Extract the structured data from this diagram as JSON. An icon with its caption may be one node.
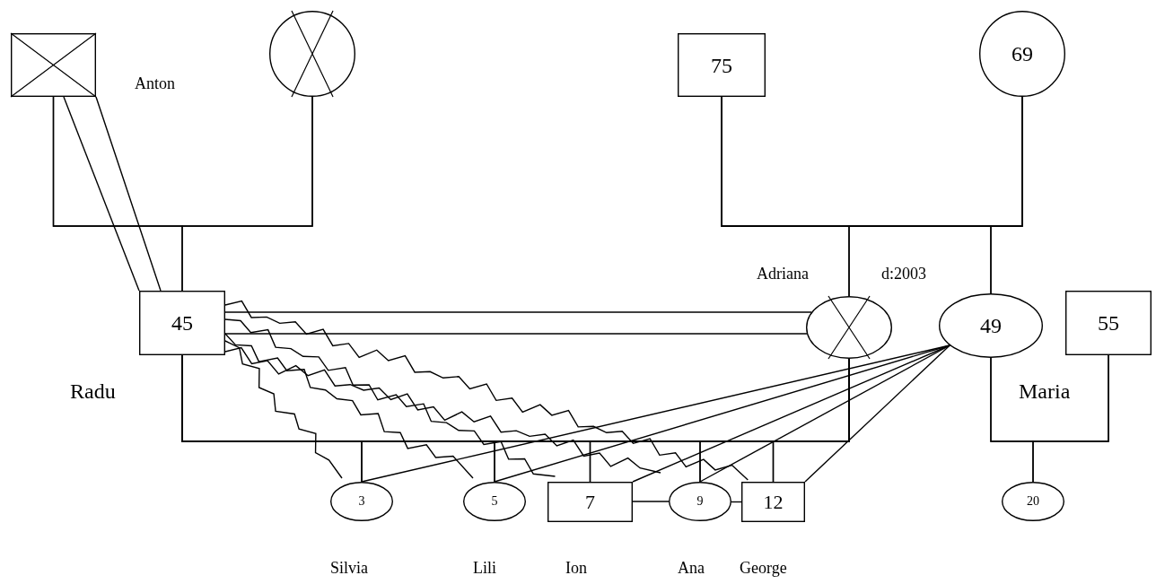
{
  "diagram": {
    "nodes": [
      {
        "text": [],
        "shape": "box"
      },
      {
        "text": [],
        "shape": "circle"
      },
      {
        "text": [
          "75"
        ]
      },
      {
        "text": [
          "69"
        ]
      },
      {
        "text": [
          "45"
        ]
      },
      {
        "text": [],
        "shape": "circle"
      },
      {
        "text": [
          "49"
        ]
      },
      {
        "text": [
          "55"
        ]
      },
      {
        "text": [
          "3"
        ]
      },
      {
        "text": [
          "5"
        ]
      },
      {
        "text": [
          "7"
        ]
      },
      {
        "text": [
          "9"
        ]
      },
      {
        "text": [
          "12"
        ]
      },
      {
        "text": [
          "20"
        ]
      }
    ],
    "edges": [
      {
        "from": 0,
        "to": 1,
        "arrow": "none"
      },
      {
        "from": 0,
        "to": 4,
        "arrow": "none"
      },
      {
        "from": 1,
        "to": 4,
        "arrow": "none"
      },
      {
        "from": 0,
        "to": 4,
        "arrow": "none"
      },
      {
        "from": 0,
        "to": 4,
        "arrow": "none"
      },
      {
        "from": 2,
        "to": 3,
        "arrow": "none"
      },
      {
        "from": 2,
        "to": 5,
        "arrow": "none"
      },
      {
        "from": 3,
        "to": 5,
        "arrow": "none"
      },
      {
        "from": 2,
        "to": 6,
        "arrow": "none"
      },
      {
        "from": 3,
        "to": 6,
        "arrow": "none"
      },
      {
        "from": 4,
        "to": 5,
        "arrow": "none"
      },
      {
        "from": 4,
        "to": 5,
        "arrow": "none"
      },
      {
        "from": 4,
        "to": 5,
        "arrow": "none"
      },
      {
        "from": 4,
        "to": 8,
        "arrow": "none"
      },
      {
        "from": 4,
        "to": 9,
        "arrow": "none"
      },
      {
        "from": 4,
        "to": 10,
        "arrow": "none"
      },
      {
        "from": 4,
        "to": 11,
        "arrow": "none"
      },
      {
        "from": 4,
        "to": 12,
        "arrow": "none"
      },
      {
        "from": 5,
        "to": 8,
        "arrow": "none"
      },
      {
        "from": 5,
        "to": 9,
        "arrow": "none"
      },
      {
        "from": 5,
        "to": 10,
        "arrow": "none"
      },
      {
        "from": 5,
        "to": 11,
        "arrow": "none"
      },
      {
        "from": 5,
        "to": 12,
        "arrow": "none"
      },
      {
        "from": 4,
        "to": 8,
        "arrow": "none"
      },
      {
        "from": 4,
        "to": 9,
        "arrow": "none"
      },
      {
        "from": 4,
        "to": 10,
        "arrow": "none"
      },
      {
        "from": 4,
        "to": 11,
        "arrow": "none"
      },
      {
        "from": 4,
        "to": 12,
        "arrow": "none"
      },
      {
        "from": 6,
        "to": 8,
        "arrow": "none"
      },
      {
        "from": 6,
        "to": 9,
        "arrow": "none"
      },
      {
        "from": 6,
        "to": 10,
        "arrow": "none"
      },
      {
        "from": 6,
        "to": 11,
        "arrow": "none"
      },
      {
        "from": 6,
        "to": 12,
        "arrow": "none"
      },
      {
        "from": 10,
        "to": 11,
        "arrow": "none"
      },
      {
        "from": 11,
        "to": 12,
        "arrow": "none"
      },
      {
        "from": 6,
        "to": 7,
        "arrow": "none"
      },
      {
        "from": 6,
        "to": 13,
        "arrow": "none"
      },
      {
        "from": 7,
        "to": 13,
        "arrow": "none"
      }
    ],
    "labels": [
      "Anton",
      "Adriana",
      "d:2003",
      "Radu",
      "Maria",
      "Silvia",
      "Lili",
      "Ion",
      "Ana",
      "George"
    ]
  }
}
